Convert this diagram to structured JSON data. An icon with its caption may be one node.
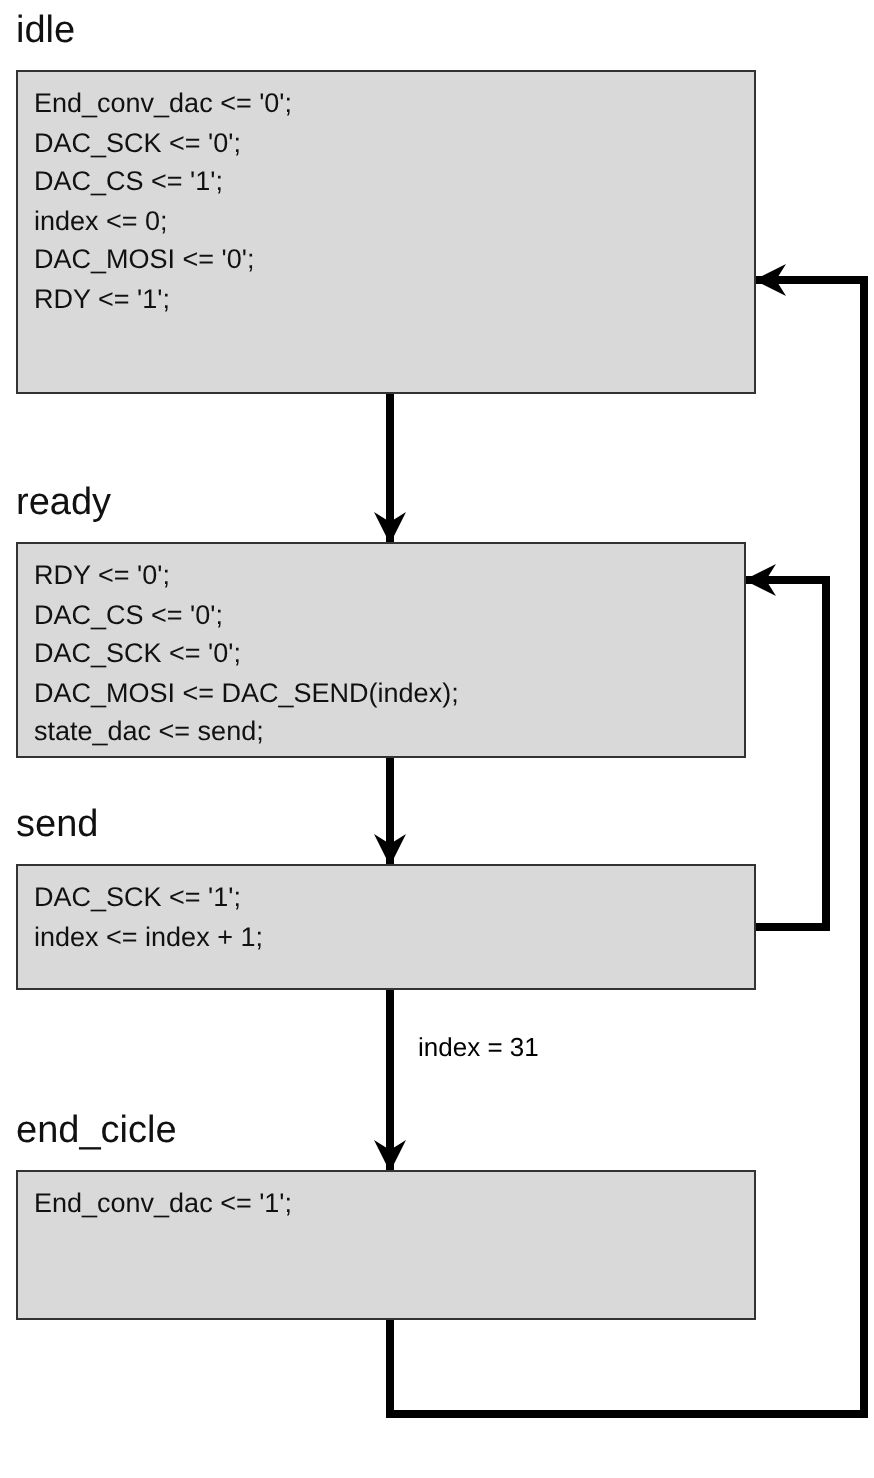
{
  "diagram": {
    "nodes": [
      {
        "text": [
          "idle",
          "End_conv_dac <= '0';",
          "DAC_SCK <= '0';",
          "DAC_CS <= '1';",
          "index <= 0;",
          "DAC_MOSI <= '0';",
          "RDY <= '1';"
        ]
      },
      {
        "text": [
          "ready",
          "RDY <= '0';",
          "DAC_CS <= '0';",
          "DAC_SCK <= '0';",
          "DAC_MOSI <= DAC_SEND(index);",
          "state_dac <= send;"
        ]
      },
      {
        "text": [
          "send",
          "DAC_SCK <= '1';",
          "index <= index + 1;"
        ]
      },
      {
        "text": [
          "end_cicle",
          "End_conv_dac <= '1';"
        ]
      }
    ],
    "edges": [
      {
        "from": 0,
        "to": 1,
        "arrow": "to"
      },
      {
        "from": 1,
        "to": 2,
        "arrow": "to"
      },
      {
        "from": 2,
        "to": 3,
        "arrow": "to",
        "label": "index = 31"
      },
      {
        "from": 2,
        "to": 1,
        "arrow": "to"
      },
      {
        "from": 3,
        "to": 0,
        "arrow": "to"
      }
    ]
  }
}
